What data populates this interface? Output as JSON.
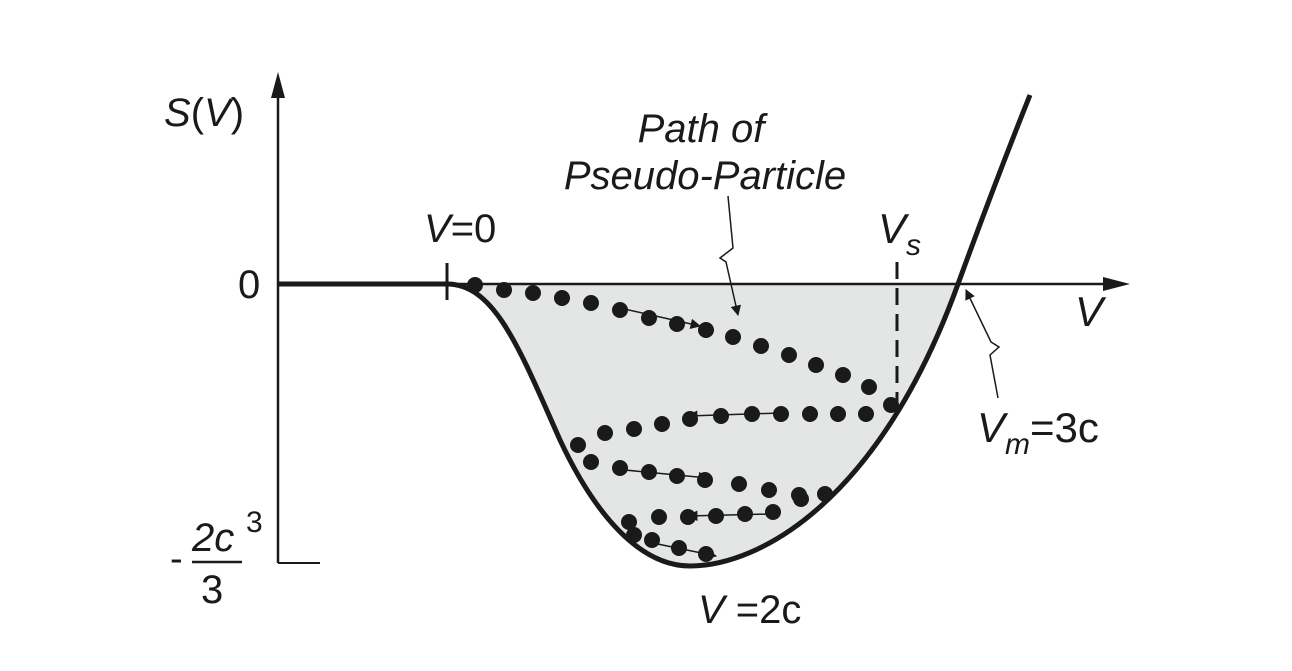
{
  "axes": {
    "y_label_S": "S",
    "y_label_open": "(",
    "y_label_V": "V",
    "y_label_close": ")",
    "x_label": "V",
    "zero_label": "0",
    "min_sign": "-",
    "min_numerator": "2c",
    "min_exponent": "3",
    "min_denominator": "3"
  },
  "annotations": {
    "path_line1": "Path of",
    "path_line2": "Pseudo-Particle",
    "v0_V": "V",
    "v0_rest": "=0",
    "vs_V": "V",
    "vs_sub": "s",
    "vm_V": "V",
    "vm_sub": "m",
    "vm_rest": "=3c",
    "v2c_V": "V",
    "v2c_rest": " =2c"
  },
  "colors": {
    "ink": "#1a1a1a",
    "well_fill": "#e4e6e6"
  }
}
